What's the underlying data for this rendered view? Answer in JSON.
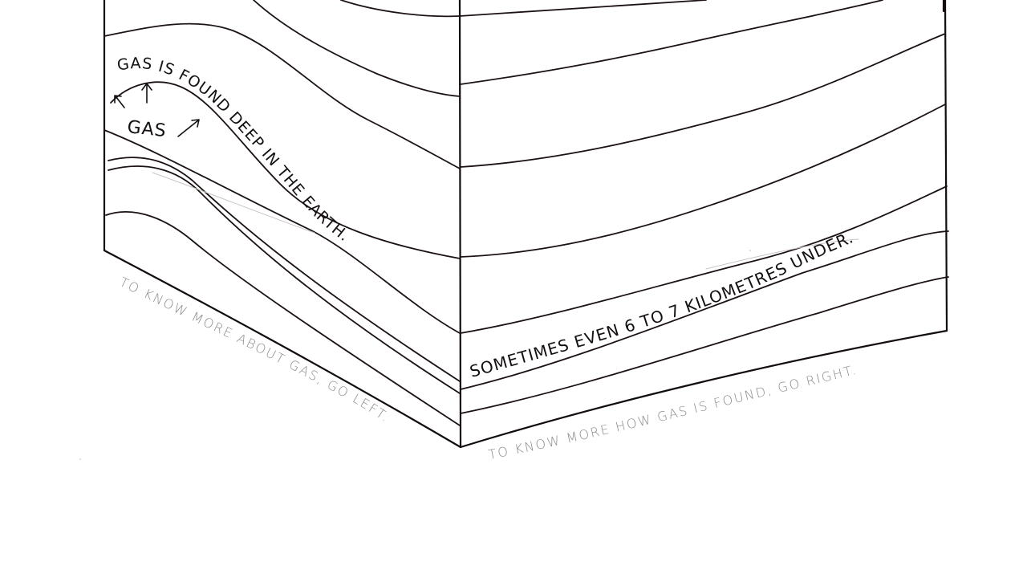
{
  "annotations": {
    "gas_found_deep": "GAS IS FOUND DEEP IN THE EARTH.",
    "gas_label": "GAS",
    "sometimes_deep": "SOMETIMES EVEN 6 TO 7 KILOMETRES UNDER.",
    "go_left": "TO KNOW MORE ABOUT GAS, GO LEFT.",
    "go_right": "TO KNOW MORE HOW GAS IS FOUND, GO RIGHT."
  },
  "colors": {
    "ink": "#1c1212",
    "pencil": "#8e8a8a",
    "paper": "#ffffff"
  }
}
